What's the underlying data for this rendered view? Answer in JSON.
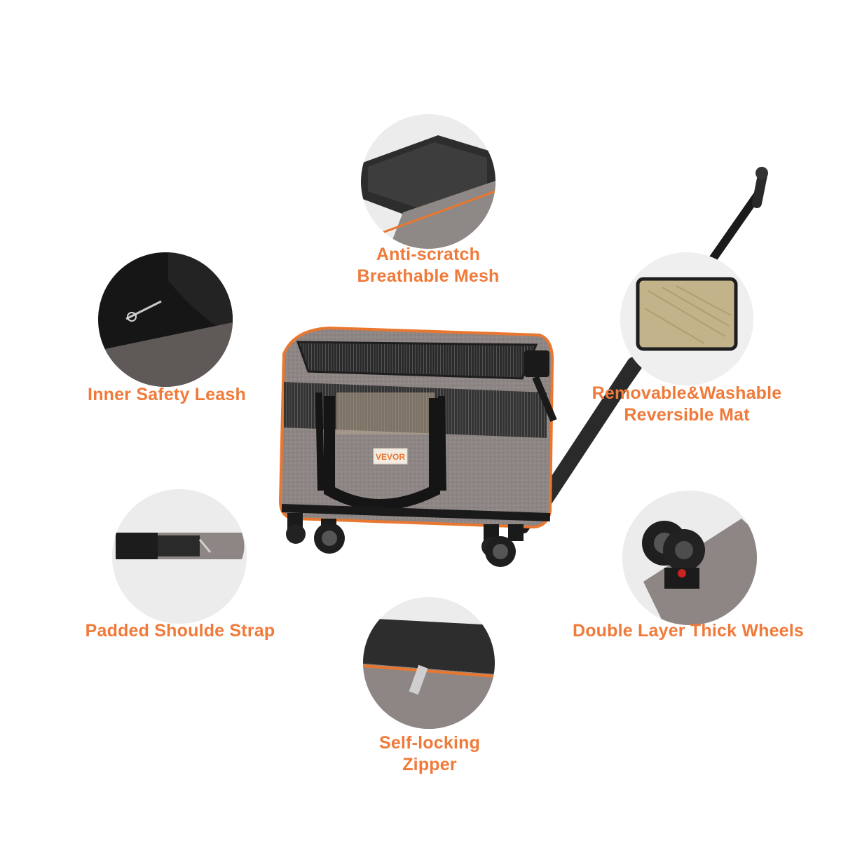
{
  "brand": {
    "logo_text": "VEVOR",
    "accent_color": "#f07a3a",
    "fabric_color": "#8b8482",
    "trim_color": "#e9772f"
  },
  "features": {
    "mesh": {
      "line1": "Anti-scratch",
      "line2": "Breathable Mesh",
      "icon": "mesh-panel-icon"
    },
    "leash": {
      "line1": "Inner Safety Leash",
      "icon": "leash-clip-icon"
    },
    "mat": {
      "line1": "Removable&Washable",
      "line2": "Reversible Mat",
      "icon": "mat-icon"
    },
    "strap": {
      "line1": "Padded Shoulde Strap",
      "icon": "strap-icon"
    },
    "wheels": {
      "line1": "Double Layer Thick Wheels",
      "icon": "wheel-icon"
    },
    "zipper": {
      "line1": "Self-locking",
      "line2": "Zipper",
      "icon": "zipper-icon"
    }
  }
}
